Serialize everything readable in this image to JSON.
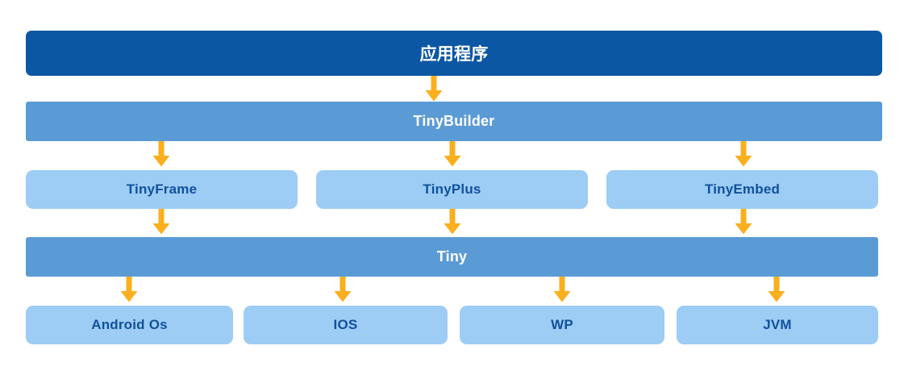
{
  "diagram": {
    "type": "layered-architecture",
    "title_bar": {
      "label": "应用程序",
      "color": "#0B57A4",
      "text_color": "#FFFFFF"
    },
    "levels": [
      {
        "name": "application",
        "boxes": [
          {
            "label": "应用程序",
            "style": "level-app"
          }
        ]
      },
      {
        "name": "builder",
        "boxes": [
          {
            "label": "TinyBuilder",
            "style": "level-mid"
          }
        ]
      },
      {
        "name": "modules",
        "boxes": [
          {
            "label": "TinyFrame",
            "style": "level-leaf"
          },
          {
            "label": "TinyPlus",
            "style": "level-leaf"
          },
          {
            "label": "TinyEmbed",
            "style": "level-leaf"
          }
        ]
      },
      {
        "name": "core",
        "boxes": [
          {
            "label": "Tiny",
            "style": "level-mid"
          }
        ]
      },
      {
        "name": "platforms",
        "boxes": [
          {
            "label": "Android Os",
            "style": "level-leaf"
          },
          {
            "label": "IOS",
            "style": "level-leaf"
          },
          {
            "label": "WP",
            "style": "level-leaf"
          },
          {
            "label": "JVM",
            "style": "level-leaf"
          }
        ]
      }
    ],
    "connectors": {
      "icon": "down-arrow-icon",
      "color": "#FAAF1E",
      "count": 11
    },
    "palette": {
      "dark_blue": "#0B57A4",
      "medium_blue": "#5B9BD5",
      "light_blue": "#9DCCF5",
      "arrow_orange": "#FAAF1E",
      "leaf_text": "#11519B",
      "background": "#FFFFFF"
    }
  }
}
